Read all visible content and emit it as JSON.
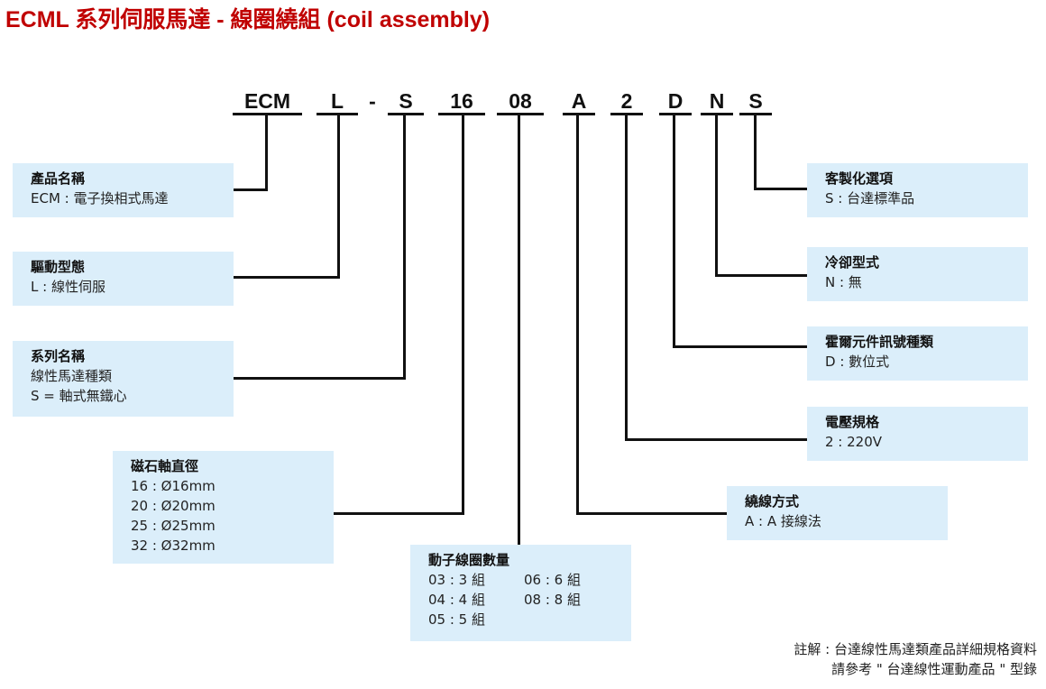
{
  "title": {
    "text": "ECML 系列伺服馬達 - 線圈繞組 (coil assembly)",
    "color": "#c00000"
  },
  "code": [
    {
      "id": "ecm",
      "text": "ECM"
    },
    {
      "id": "l",
      "text": "L"
    },
    {
      "id": "dash",
      "text": "-"
    },
    {
      "id": "s1",
      "text": "S"
    },
    {
      "id": "n16",
      "text": "16"
    },
    {
      "id": "n08",
      "text": "08"
    },
    {
      "id": "a",
      "text": "A"
    },
    {
      "id": "n2",
      "text": "2"
    },
    {
      "id": "d",
      "text": "D"
    },
    {
      "id": "n",
      "text": "N"
    },
    {
      "id": "s2",
      "text": "S"
    }
  ],
  "boxes": {
    "product_name": {
      "title": "產品名稱",
      "lines": [
        "ECM : 電子換相式馬達"
      ]
    },
    "drive_type": {
      "title": "驅動型態",
      "lines": [
        "L : 線性伺服"
      ]
    },
    "series_name": {
      "title": "系列名稱",
      "lines": [
        "線性馬達種類",
        "S = 軸式無鐵心"
      ]
    },
    "magnet_diameter": {
      "title": "磁石軸直徑",
      "lines": [
        "16 : Ø16mm",
        "20 : Ø20mm",
        "25 : Ø25mm",
        "32 : Ø32mm"
      ]
    },
    "coil_count": {
      "title": "動子線圈數量",
      "items": [
        "03 : 3 組",
        "06 : 6 組",
        "04 : 4 組",
        "08 : 8 組",
        "05 : 5 組"
      ]
    },
    "winding": {
      "title": "繞線方式",
      "lines": [
        "A : A 接線法"
      ]
    },
    "voltage": {
      "title": "電壓規格",
      "lines": [
        "2 : 220V"
      ]
    },
    "hall_sensor": {
      "title": "霍爾元件訊號種類",
      "lines": [
        "D : 數位式"
      ]
    },
    "cooling": {
      "title": "冷卻型式",
      "lines": [
        "N : 無"
      ]
    },
    "custom": {
      "title": "客製化選項",
      "lines": [
        "S : 台達標準品"
      ]
    }
  },
  "note": [
    "註解 : 台達線性馬達類產品詳細規格資料",
    "請參考 \" 台達線性運動產品 \" 型錄"
  ],
  "colors": {
    "box_bg": "#dbeefa",
    "line": "#111111"
  }
}
